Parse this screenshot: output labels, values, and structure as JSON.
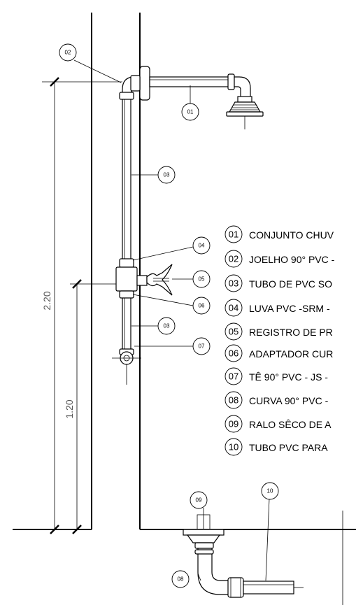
{
  "callouts": {
    "c01": "01",
    "c02": "02",
    "c03a": "03",
    "c03b": "03",
    "c04": "04",
    "c05": "05",
    "c06": "06",
    "c07": "07",
    "c08": "08",
    "c09": "09",
    "c10": "10"
  },
  "legend": [
    {
      "num": "01",
      "text": "CONJUNTO CHUV"
    },
    {
      "num": "02",
      "text": "JOELHO 90° PVC -"
    },
    {
      "num": "03",
      "text": "TUBO DE PVC SO"
    },
    {
      "num": "04",
      "text": "LUVA PVC -SRM -"
    },
    {
      "num": "05",
      "text": "REGISTRO DE PR"
    },
    {
      "num": "06",
      "text": "ADAPTADOR CUR"
    },
    {
      "num": "07",
      "text": "TÊ 90° PVC - JS -"
    },
    {
      "num": "08",
      "text": "CURVA 90° PVC -"
    },
    {
      "num": "09",
      "text": "RALO SÊCO DE A"
    },
    {
      "num": "10",
      "text": "TUBO PVC PARA"
    }
  ],
  "dimensions": {
    "total_height": "2.20",
    "valve_height": "1.20"
  }
}
